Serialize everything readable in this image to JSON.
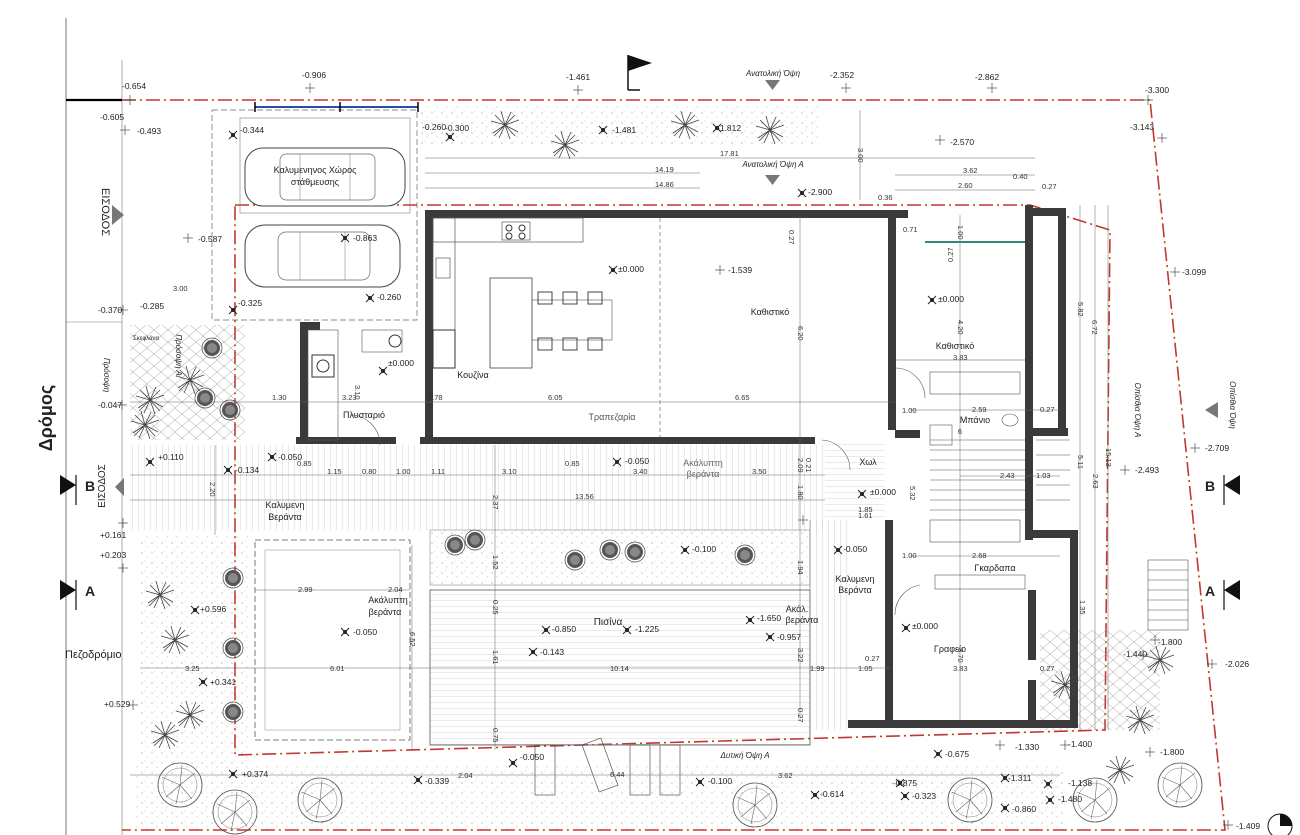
{
  "labels": {
    "road": "Δρόμος",
    "sidewalk": "Πεζοδρόμιο",
    "entrance": "ΕΙΣΟΔΟΣ",
    "entrance_side": "ΕΙΣΟΔΟΣ",
    "front_view": "Πρόσοψη",
    "front_view_a": "Πρόσοψη Α",
    "east_view": "Ανατολική Όψη",
    "east_view_a": "Ανατολική Όψη Α",
    "rear_view": "Οπίσθια Όψη",
    "rear_view_a": "Οπίσθια Όψη Α",
    "west_view_a": "Δυτική Όψη Α",
    "section_b": "B",
    "section_a": "A",
    "skid": "Σκεφλάνα"
  },
  "rooms": {
    "parking": "Καλυμενηνος Χώρος",
    "parking2": "στάθμευσης",
    "living": "Καθιστικό",
    "living2": "Καθιστικό",
    "kitchen": "Κουζίνα",
    "laundry": "Πλυσταριό",
    "dining": "Τραπεζαρία",
    "open_veranda": "Ακάλυπτη",
    "open_veranda2": "βεράντα",
    "hall": "Χωλ",
    "bath": "Μπάνιο",
    "bath_no": "6",
    "wardrobe": "Γκαρδαπα",
    "covered_veranda_a": "Καλυμενη",
    "covered_veranda_a2": "Βεράντα",
    "covered_veranda_b": "Καλυμενη",
    "covered_veranda_b2": "Βεράντα",
    "pool": "Πισίνα",
    "open_veranda_w": "Ακάλυπτη",
    "open_veranda_w2": "βεράντα",
    "open_veranda_e": "Ακάλ.",
    "open_veranda_e2": "βεράντα",
    "office": "Γραφείο"
  },
  "elevations": [
    {
      "id": "e1",
      "v": "-0.654"
    },
    {
      "id": "e2",
      "v": "-0.906"
    },
    {
      "id": "e3",
      "v": "-1.461"
    },
    {
      "id": "e4",
      "v": "-2.352"
    },
    {
      "id": "e5",
      "v": "-2.862"
    },
    {
      "id": "e6",
      "v": "-3.300"
    },
    {
      "id": "e7",
      "v": "-0.605"
    },
    {
      "id": "e8",
      "v": "-0.493"
    },
    {
      "id": "e9",
      "v": "-0.344"
    },
    {
      "id": "e10",
      "v": "-0.260"
    },
    {
      "id": "e11",
      "v": "-0.300"
    },
    {
      "id": "e12",
      "v": "-1.481"
    },
    {
      "id": "e13",
      "v": "-1.812"
    },
    {
      "id": "e14",
      "v": "-2.570"
    },
    {
      "id": "e15",
      "v": "-3.143"
    },
    {
      "id": "e16",
      "v": "-2.900"
    },
    {
      "id": "e17",
      "v": "-0.587"
    },
    {
      "id": "e18",
      "v": "-0.863"
    },
    {
      "id": "e19",
      "v": "±0.000"
    },
    {
      "id": "e20",
      "v": "-1.539"
    },
    {
      "id": "e21",
      "v": "±0.000"
    },
    {
      "id": "e22",
      "v": "-3.099"
    },
    {
      "id": "e23",
      "v": "-0.370"
    },
    {
      "id": "e24",
      "v": "-0.285"
    },
    {
      "id": "e25",
      "v": "-0.325"
    },
    {
      "id": "e26",
      "v": "-0.260"
    },
    {
      "id": "e27",
      "v": "±0.000"
    },
    {
      "id": "e28",
      "v": "-0.047"
    },
    {
      "id": "e29",
      "v": "+0.110"
    },
    {
      "id": "e30",
      "v": "-0.134"
    },
    {
      "id": "e31",
      "v": "-0.050"
    },
    {
      "id": "e32",
      "v": "-0.050"
    },
    {
      "id": "e33",
      "v": "±0.000"
    },
    {
      "id": "e34",
      "v": "-2.493"
    },
    {
      "id": "e35",
      "v": "-2.709"
    },
    {
      "id": "e36",
      "v": "+0.161"
    },
    {
      "id": "e37",
      "v": "+0.203"
    },
    {
      "id": "e38",
      "v": "-0.100"
    },
    {
      "id": "e39",
      "v": "-0.050"
    },
    {
      "id": "e40",
      "v": "+0.596"
    },
    {
      "id": "e41",
      "v": "-0.050"
    },
    {
      "id": "e42",
      "v": "-0.850"
    },
    {
      "id": "e43",
      "v": "-1.225"
    },
    {
      "id": "e44",
      "v": "-1.650"
    },
    {
      "id": "e45",
      "v": "-0.957"
    },
    {
      "id": "e46",
      "v": "±0.000"
    },
    {
      "id": "e47",
      "v": "-0.143"
    },
    {
      "id": "e48",
      "v": "+0.341"
    },
    {
      "id": "e49",
      "v": "+0.529"
    },
    {
      "id": "e50",
      "v": "-1.800"
    },
    {
      "id": "e51",
      "v": "-1.440"
    },
    {
      "id": "e52",
      "v": "-2.026"
    },
    {
      "id": "e53",
      "v": "-0.050"
    },
    {
      "id": "e54",
      "v": "-0.675"
    },
    {
      "id": "e55",
      "v": "-1.330"
    },
    {
      "id": "e56",
      "v": "-1.400"
    },
    {
      "id": "e57",
      "v": "-1.800"
    },
    {
      "id": "e58",
      "v": "+0.374"
    },
    {
      "id": "e59",
      "v": "-0.339"
    },
    {
      "id": "e60",
      "v": "-0.100"
    },
    {
      "id": "e61",
      "v": "-0.614"
    },
    {
      "id": "e62",
      "v": "-0.875"
    },
    {
      "id": "e63",
      "v": "-1.311"
    },
    {
      "id": "e64",
      "v": "-1.138"
    },
    {
      "id": "e65",
      "v": "-0.323"
    },
    {
      "id": "e66",
      "v": "-0.860"
    },
    {
      "id": "e67",
      "v": "-1.480"
    },
    {
      "id": "e68",
      "v": "-1.409"
    }
  ],
  "dimensions": [
    {
      "id": "d1",
      "v": "3.00"
    },
    {
      "id": "d2",
      "v": "17.81"
    },
    {
      "id": "d3",
      "v": "14.19"
    },
    {
      "id": "d4",
      "v": "14.86"
    },
    {
      "id": "d5",
      "v": "3.62"
    },
    {
      "id": "d6",
      "v": "2.60"
    },
    {
      "id": "d7",
      "v": "0.40"
    },
    {
      "id": "d8",
      "v": "0.27"
    },
    {
      "id": "d9",
      "v": "0.36"
    },
    {
      "id": "d10",
      "v": "0.71"
    },
    {
      "id": "d11",
      "v": "1.00"
    },
    {
      "id": "d12",
      "v": "0.27"
    },
    {
      "id": "d13",
      "v": "4.20"
    },
    {
      "id": "d14",
      "v": "3.83"
    },
    {
      "id": "d15",
      "v": "5.82"
    },
    {
      "id": "d16",
      "v": "6.72"
    },
    {
      "id": "d17",
      "v": "3.00"
    },
    {
      "id": "d18",
      "v": "6.20"
    },
    {
      "id": "d19",
      "v": "0.27"
    },
    {
      "id": "d20",
      "v": "1.30"
    },
    {
      "id": "d21",
      "v": "3.23"
    },
    {
      "id": "d22",
      "v": "0.78"
    },
    {
      "id": "d23",
      "v": "6.05"
    },
    {
      "id": "d24",
      "v": "6.65"
    },
    {
      "id": "d25",
      "v": "1.00"
    },
    {
      "id": "d26",
      "v": "2.59"
    },
    {
      "id": "d27",
      "v": "0.27"
    },
    {
      "id": "d28",
      "v": "3.10"
    },
    {
      "id": "d29",
      "v": "0.85"
    },
    {
      "id": "d30",
      "v": "1.15"
    },
    {
      "id": "d31",
      "v": "0.80"
    },
    {
      "id": "d32",
      "v": "1.00"
    },
    {
      "id": "d33",
      "v": "1.11"
    },
    {
      "id": "d34",
      "v": "3.10"
    },
    {
      "id": "d35",
      "v": "0.85"
    },
    {
      "id": "d36",
      "v": "3.40"
    },
    {
      "id": "d37",
      "v": "3.50"
    },
    {
      "id": "d38",
      "v": "13.56"
    },
    {
      "id": "d39",
      "v": "2.43"
    },
    {
      "id": "d40",
      "v": "1.03"
    },
    {
      "id": "d41",
      "v": "15.13"
    },
    {
      "id": "d42",
      "v": "2.63"
    },
    {
      "id": "d43",
      "v": "1.85"
    },
    {
      "id": "d44",
      "v": "1.61"
    },
    {
      "id": "d45",
      "v": "5.32"
    },
    {
      "id": "d46",
      "v": "2.68"
    },
    {
      "id": "d47",
      "v": "1.00"
    },
    {
      "id": "d48",
      "v": "2.20"
    },
    {
      "id": "d49",
      "v": "2.99"
    },
    {
      "id": "d50",
      "v": "2.04"
    },
    {
      "id": "d51",
      "v": "6.52"
    },
    {
      "id": "d52",
      "v": "3.25"
    },
    {
      "id": "d53",
      "v": "6.01"
    },
    {
      "id": "d54",
      "v": "10.14"
    },
    {
      "id": "d55",
      "v": "1.99"
    },
    {
      "id": "d56",
      "v": "1.05"
    },
    {
      "id": "d57",
      "v": "3.83"
    },
    {
      "id": "d58",
      "v": "0.27"
    },
    {
      "id": "d59",
      "v": "3.70"
    },
    {
      "id": "d60",
      "v": "1.35"
    },
    {
      "id": "d61",
      "v": "0.27"
    },
    {
      "id": "d62",
      "v": "2.04"
    },
    {
      "id": "d63",
      "v": "6.44"
    },
    {
      "id": "d64",
      "v": "3.62"
    },
    {
      "id": "d65",
      "v": "1.52"
    },
    {
      "id": "d66",
      "v": "1.61"
    },
    {
      "id": "d67",
      "v": "0.75"
    },
    {
      "id": "d68",
      "v": "3.22"
    },
    {
      "id": "d69",
      "v": "2.37"
    },
    {
      "id": "d70",
      "v": "1.94"
    },
    {
      "id": "d71",
      "v": "0.25"
    },
    {
      "id": "d72",
      "v": "2.09"
    },
    {
      "id": "d73",
      "v": "0.21"
    },
    {
      "id": "d74",
      "v": "1.80"
    },
    {
      "id": "d75",
      "v": "0.27"
    },
    {
      "id": "d76",
      "v": "5.11"
    }
  ],
  "colors": {
    "plot_line": "#c0392b",
    "wall": "#3a3a3a",
    "glass": "#2e8b7a",
    "blue_line": "#2c4ca8"
  }
}
